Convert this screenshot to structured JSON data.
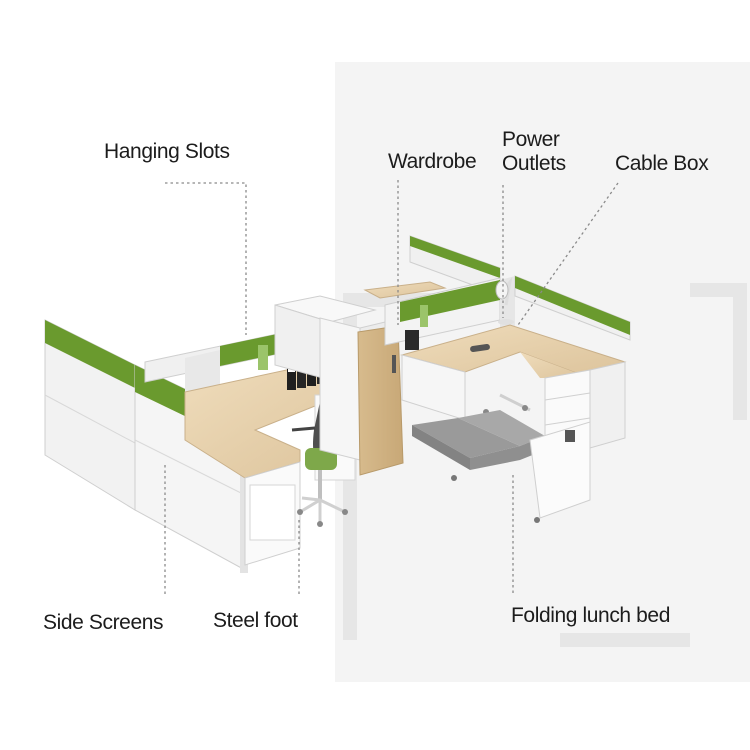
{
  "callouts": {
    "hanging_slots": "Hanging Slots",
    "wardrobe": "Wardrobe",
    "power_outlets_line1": "Power",
    "power_outlets_line2": "Outlets",
    "cable_box": "Cable Box",
    "side_screens": "Side Screens",
    "steel_foot": "Steel foot",
    "folding_lunch_bed": "Folding lunch bed"
  },
  "colors": {
    "screen_green": "#6a9a2e",
    "desk_wood": "#e8d3b0",
    "panel_white": "#f3f3f3",
    "leader_line": "#8a8a8a",
    "backdrop_gray": "#f2f2f2",
    "bed_gray": "#9a9a9a"
  }
}
